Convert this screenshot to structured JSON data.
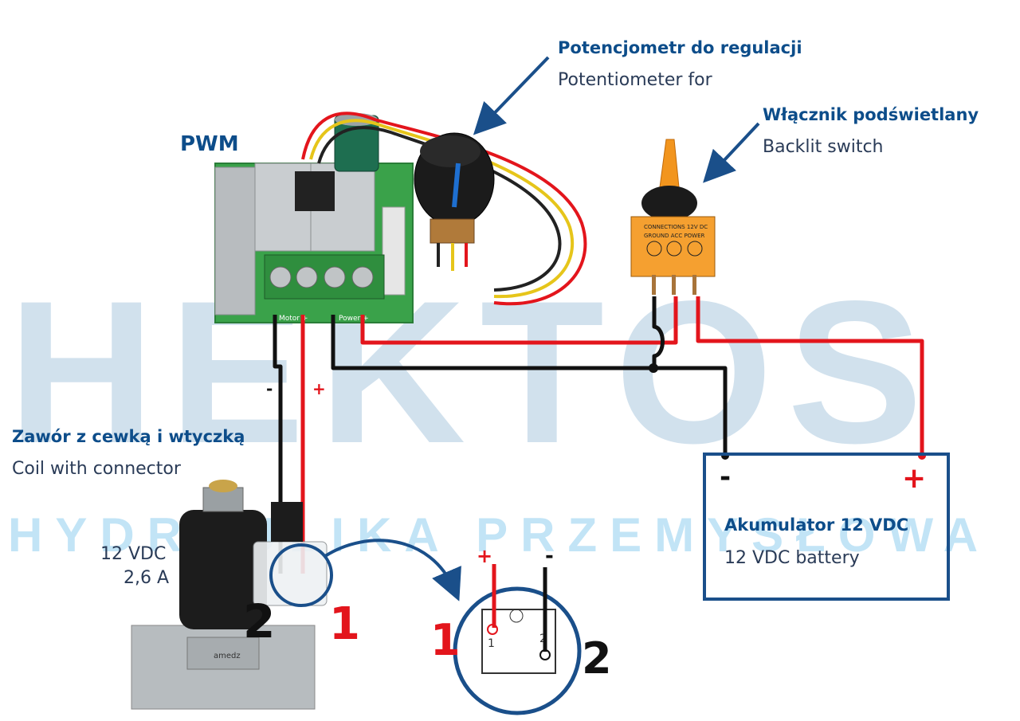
{
  "watermark": {
    "brand": "HEKTOS",
    "tagline": "HYDRAULIKA PRZEMYSŁOWA"
  },
  "pwm": {
    "title": "PWM",
    "terminal_motor": "Motor +",
    "terminal_power": "Power +"
  },
  "potentiometer": {
    "title_pl": "Potencjometr do regulacji",
    "title_en": "Potentiometer for"
  },
  "switch": {
    "title_pl": "Włącznik podświetlany",
    "title_en": "Backlit switch",
    "plate_text": "CONNECTIONS 12V DC",
    "plate_labels": "GROUND ACC POWER"
  },
  "valve": {
    "title_pl": "Zawór z cewką i wtyczką",
    "title_en": "Coil with connector",
    "voltage": "12 VDC",
    "current": "2,6 A",
    "brand": "amedz",
    "pin_2": "2",
    "pin_1": "1"
  },
  "battery": {
    "title_pl": "Akumulator 12 VDC",
    "title_en": "12 VDC battery",
    "minus": "-",
    "plus": "+"
  },
  "connector_detail": {
    "plus": "+",
    "minus": "-",
    "pin_1": "1",
    "pin_2": "2",
    "inner_1": "1",
    "inner_2": "2"
  },
  "motor_wires": {
    "minus": "-",
    "plus": "+"
  },
  "colors": {
    "positive_wire": "#e3151c",
    "negative_wire": "#111111",
    "label_blue": "#0d4d8a",
    "frame_blue": "#1a4f8a",
    "watermark": "#c9dcea",
    "switch_orange": "#f2951e",
    "pcb_green": "#3aa24a"
  }
}
